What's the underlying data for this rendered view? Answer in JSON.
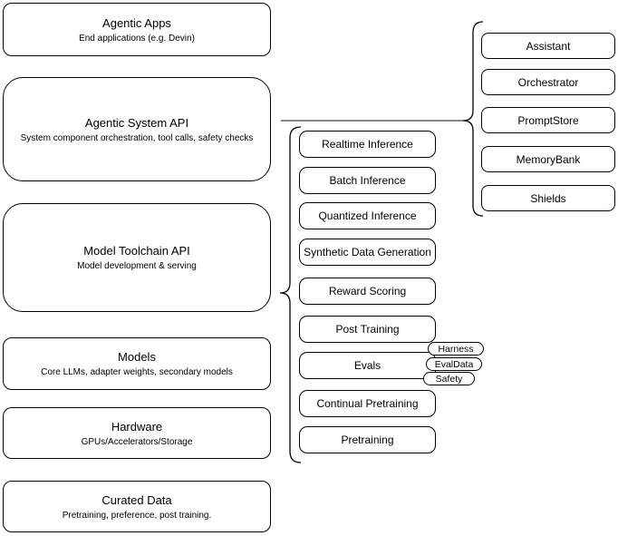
{
  "diagram": {
    "left_column": {
      "boxes": [
        {
          "title": "Agentic Apps",
          "subtitle": "End applications (e.g. Devin)"
        },
        {
          "title": "Agentic System API",
          "subtitle": "System component orchestration, tool calls, safety checks"
        },
        {
          "title": "Model Toolchain API",
          "subtitle": "Model development & serving"
        },
        {
          "title": "Models",
          "subtitle": "Core LLMs, adapter weights, secondary models"
        },
        {
          "title": "Hardware",
          "subtitle": "GPUs/Accelerators/Storage"
        },
        {
          "title": "Curated Data",
          "subtitle": "Pretraining, preference, post training."
        }
      ]
    },
    "middle_column": {
      "boxes": [
        "Realtime Inference",
        "Batch Inference",
        "Quantized Inference",
        "Synthetic Data Generation",
        "Reward Scoring",
        "Post Training",
        "Evals",
        "Continual Pretraining",
        "Pretraining"
      ],
      "eval_tags": [
        "Harness",
        "EvalData",
        "Safety"
      ]
    },
    "right_column": {
      "boxes": [
        "Assistant",
        "Orchestrator",
        "PromptStore",
        "MemoryBank",
        "Shields"
      ]
    },
    "colors": {
      "stroke": "#000000",
      "fill": "#ffffff",
      "connector": "#404040"
    }
  }
}
